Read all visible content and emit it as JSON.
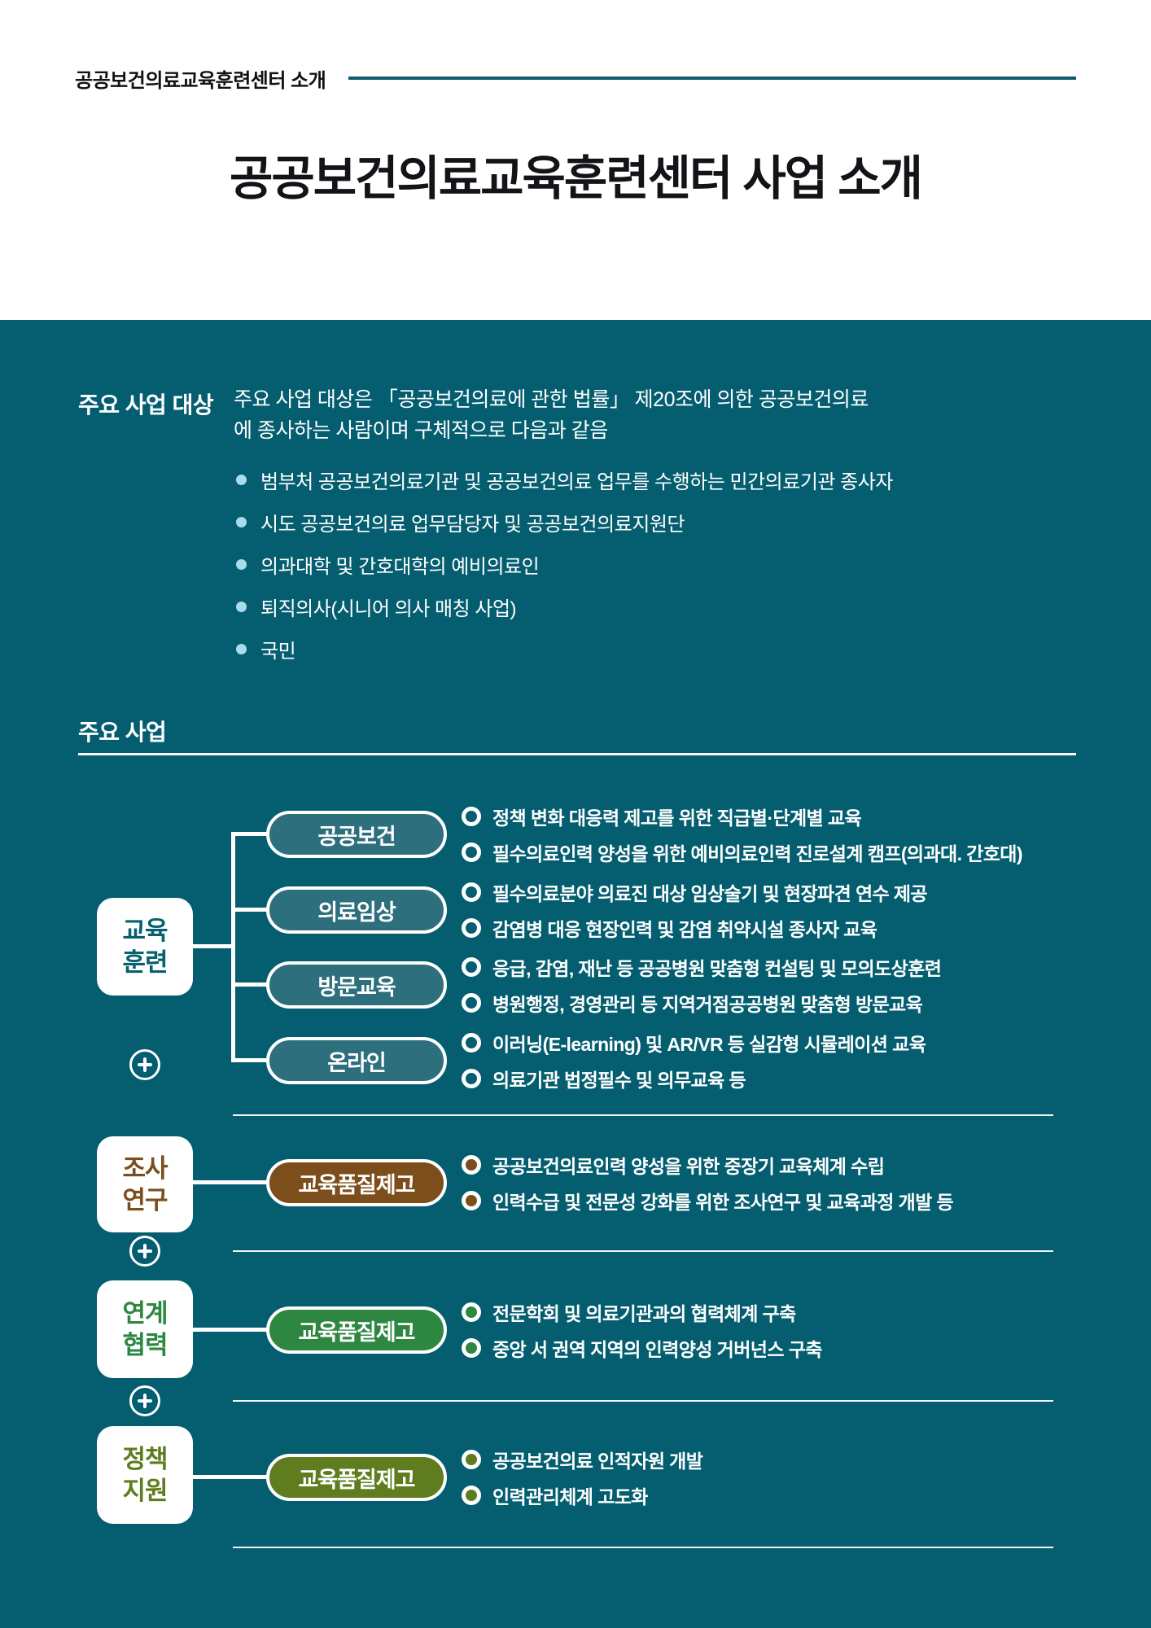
{
  "page": {
    "kicker": "공공보건의료교육훈련센터 소개",
    "title": "공공보건의료교육훈련센터 사업 소개"
  },
  "colors": {
    "background_teal": "#045E70",
    "pill_teal": "#2E6F7E",
    "accent_brown": "#7C4E1B",
    "accent_green": "#2E8741",
    "accent_olive": "#5F7D1E",
    "list_dot_blue": "#A9DBEA",
    "kicker_rule_teal": "#0E5C70"
  },
  "targets": {
    "label": "주요 사업 대상",
    "intro_line1": "주요 사업 대상은 「공공보건의료에 관한 법률」 제20조에 의한 공공보건의료",
    "intro_line2": "에 종사하는 사람이며 구체적으로 다음과 같음",
    "items": [
      "범부처 공공보건의료기관 및 공공보건의료 업무를 수행하는 민간의료기관 종사자",
      "시도 공공보건의료 업무담당자 및 공공보건의료지원단",
      "의과대학 및 간호대학의 예비의료인",
      "퇴직의사(시니어 의사 매칭 사업)",
      "국민"
    ]
  },
  "programs": {
    "label": "주요 사업",
    "sections": [
      {
        "name": "교육훈련",
        "name_line1": "교육",
        "name_line2": "훈련",
        "rows": [
          {
            "pill": "공공보건",
            "bullets": [
              "정책 변화 대응력 제고를 위한 직급별·단계별 교육",
              "필수의료인력 양성을 위한 예비의료인력 진로설계 캠프(의과대. 간호대)"
            ]
          },
          {
            "pill": "의료임상",
            "bullets": [
              "필수의료분야 의료진 대상 임상술기 및 현장파견 연수 제공",
              "감염병 대응 현장인력 및 감염 취약시설 종사자 교육"
            ]
          },
          {
            "pill": "방문교육",
            "bullets": [
              "응급, 감염, 재난 등 공공병원 맞춤형 컨설팅 및 모의도상훈련",
              "병원행정, 경영관리 등 지역거점공공병원 맞춤형 방문교육"
            ]
          },
          {
            "pill": "온라인",
            "bullets": [
              "이러닝(E-learning) 및 AR/VR 등 실감형 시뮬레이션 교육",
              "의료기관 법정필수 및 의무교육 등"
            ]
          }
        ]
      },
      {
        "name": "조사연구",
        "name_line1": "조사",
        "name_line2": "연구",
        "rows": [
          {
            "pill": "교육품질제고",
            "bullets": [
              "공공보건의료인력 양성을 위한 중장기 교육체계 수립",
              "인력수급 및 전문성 강화를 위한 조사연구 및 교육과정 개발 등"
            ]
          }
        ]
      },
      {
        "name": "연계협력",
        "name_line1": "연계",
        "name_line2": "협력",
        "rows": [
          {
            "pill": "교육품질제고",
            "bullets": [
              "전문학회 및 의료기관과의 협력체계 구축",
              "중앙 서 권역 지역의 인력양성 거버넌스 구축"
            ]
          }
        ]
      },
      {
        "name": "정책지원",
        "name_line1": "정책",
        "name_line2": "지원",
        "rows": [
          {
            "pill": "교육품질제고",
            "bullets": [
              "공공보건의료 인적자원 개발",
              "인력관리체계 고도화"
            ]
          }
        ]
      }
    ]
  }
}
